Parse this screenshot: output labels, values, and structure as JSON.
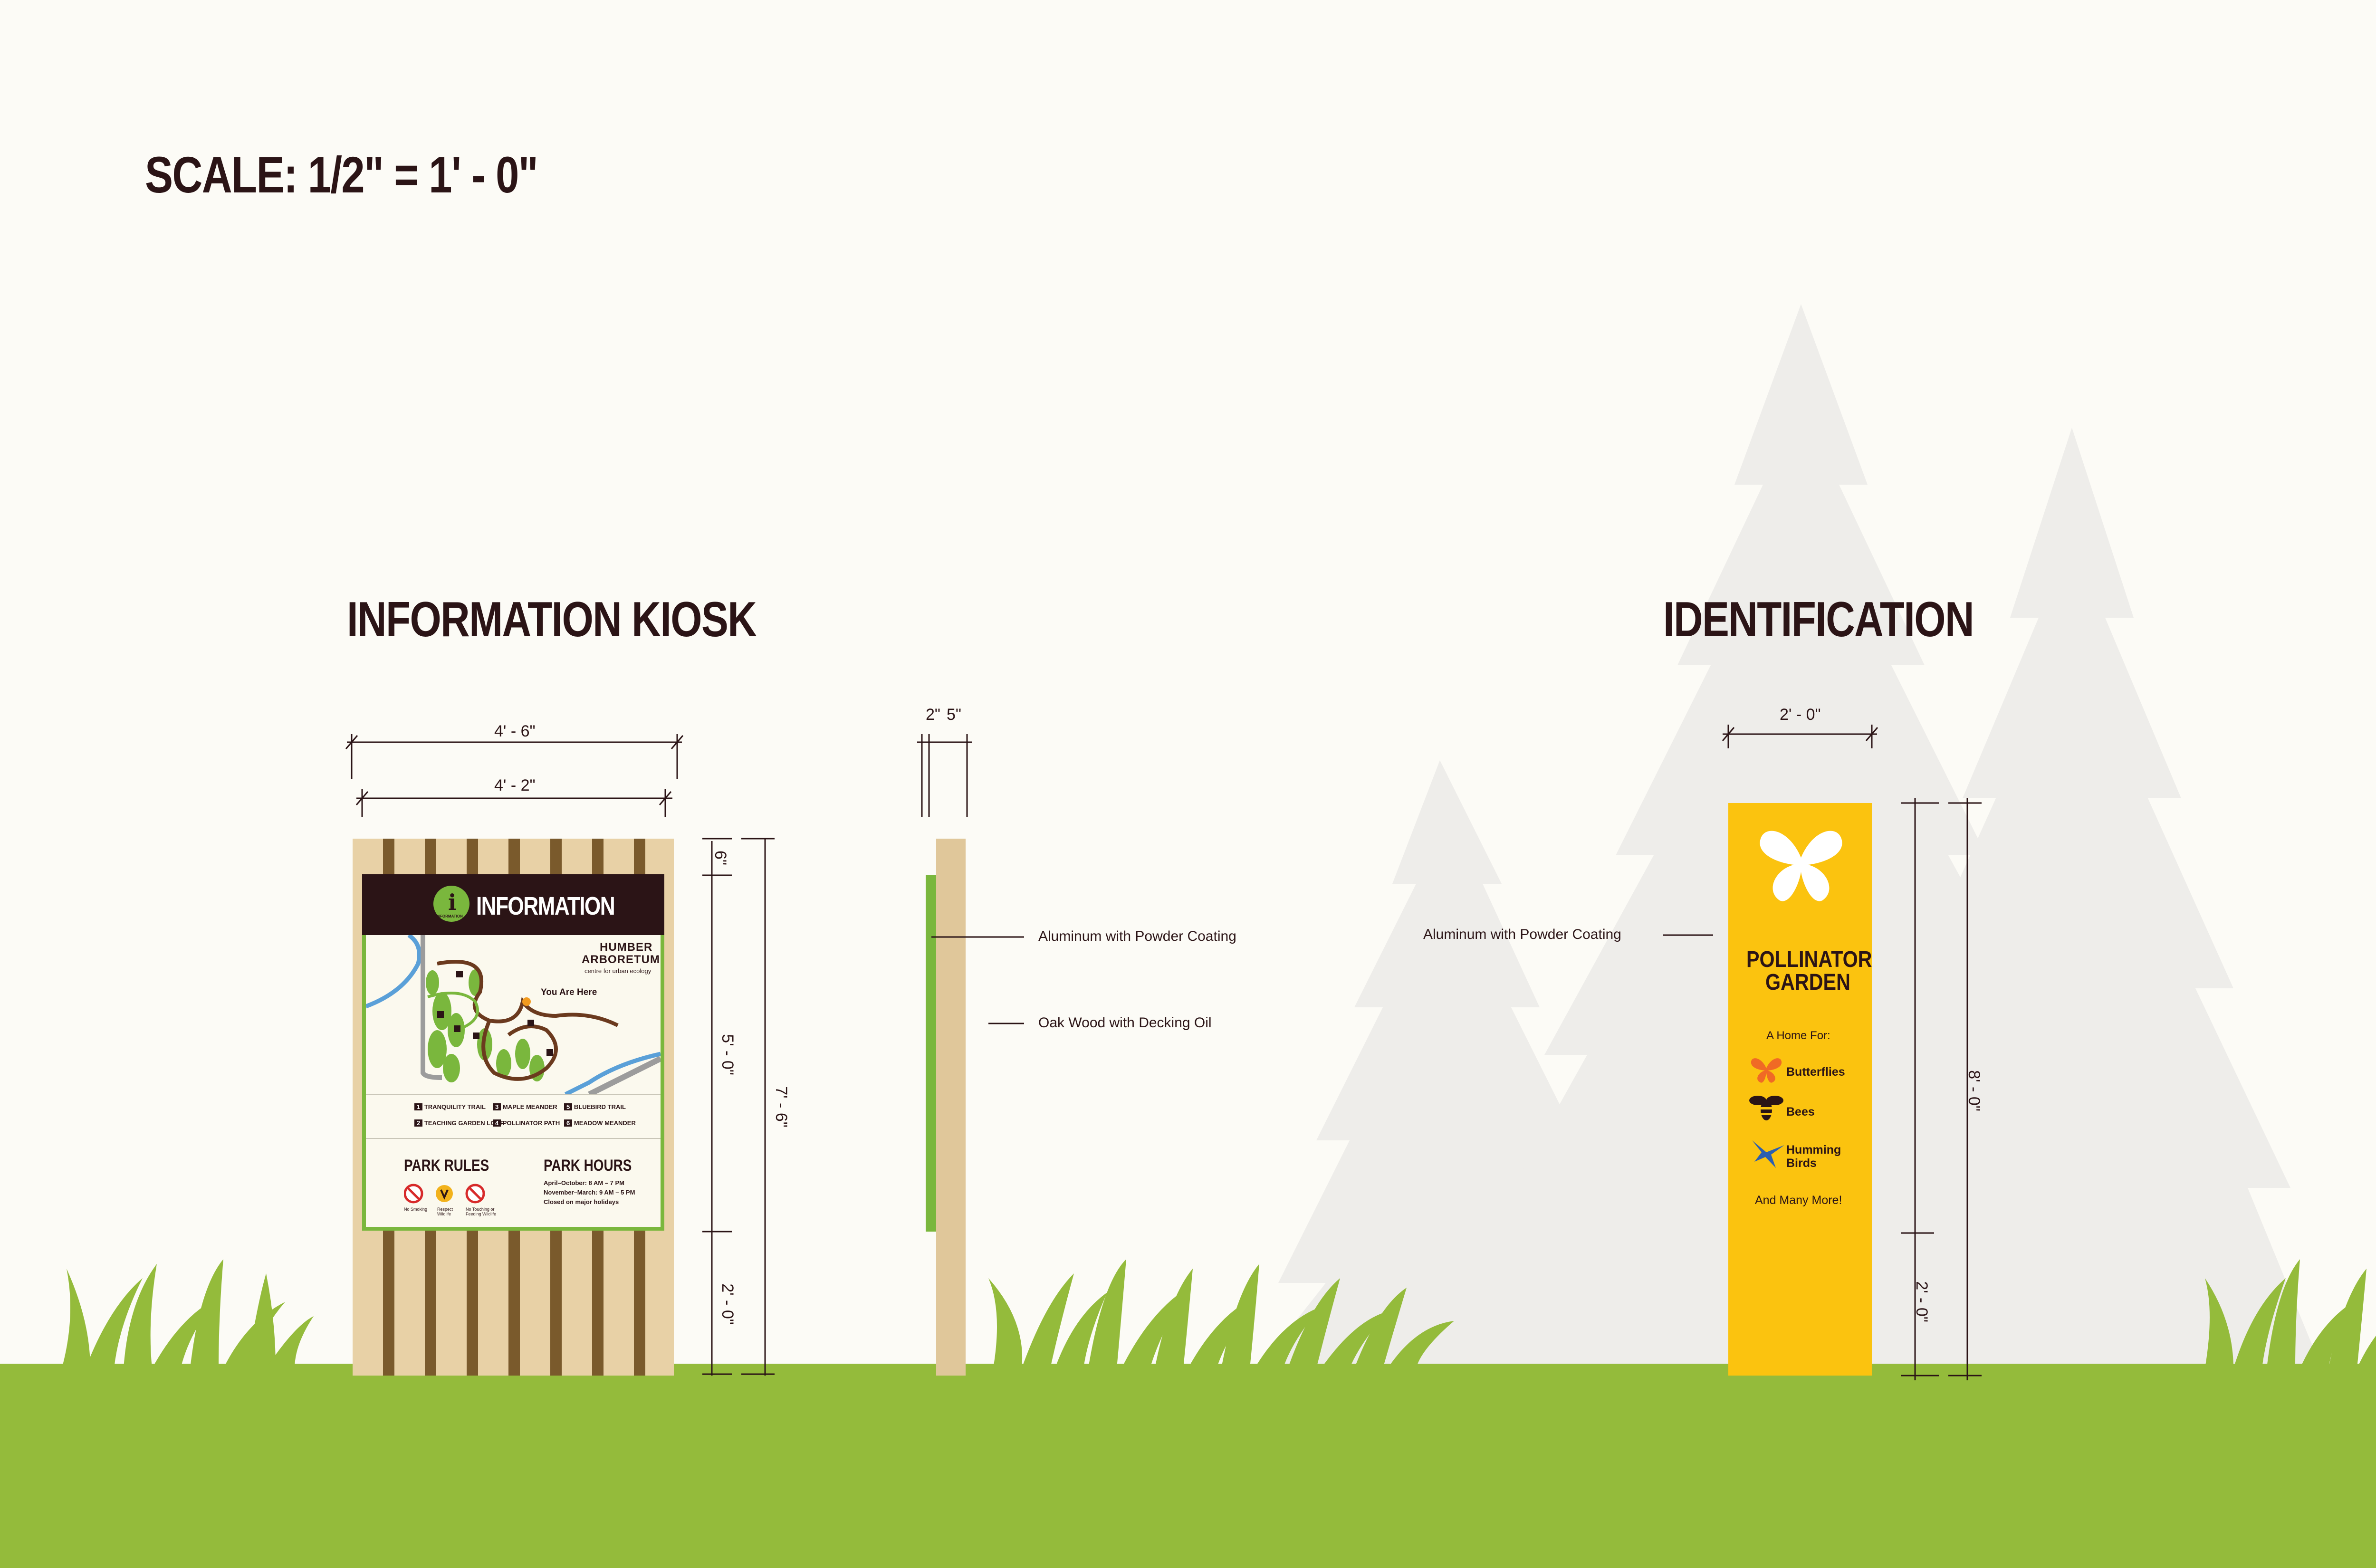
{
  "scale": "SCALE: 1/2\" = 1' - 0\"",
  "kiosk": {
    "title": "INFORMATION KIOSK",
    "outer_width": "4' - 6\"",
    "inner_width": "4' - 2\"",
    "height_top": "6\"",
    "height_panel": "5' - 0\"",
    "height_total": "7' - 6\"",
    "height_base": "2' - 0\"",
    "panel": {
      "header": "INFORMATION",
      "icon_caption": "INFORMATION",
      "logo_line1": "HUMBER",
      "logo_line2": "ARBORETUM",
      "logo_line3": "centre for urban ecology",
      "you_are_here": "You Are Here",
      "trails": [
        {
          "num": "1",
          "name": "TRANQUILITY TRAIL"
        },
        {
          "num": "3",
          "name": "MAPLE MEANDER"
        },
        {
          "num": "5",
          "name": "BLUEBIRD TRAIL"
        },
        {
          "num": "2",
          "name": "TEACHING GARDEN LOOP"
        },
        {
          "num": "4",
          "name": "POLLINATOR PATH"
        },
        {
          "num": "6",
          "name": "MEADOW MEANDER"
        }
      ],
      "rules_title": "PARK RULES",
      "rules": [
        "No Smoking",
        "Respect Wildlife",
        "No Touching or Feeding Wildlife"
      ],
      "hours_title": "PARK HOURS",
      "hours": [
        "April–October: 8 AM – 7 PM",
        "November–March: 9 AM – 5 PM",
        "Closed on major holidays"
      ]
    }
  },
  "side": {
    "thickness_a": "2\"",
    "thickness_b": "5\"",
    "material_1": "Aluminum with Powder Coating",
    "material_2": "Oak Wood with Decking Oil"
  },
  "ident": {
    "title": "IDENTIFICATION",
    "width": "2' - 0\"",
    "height_total": "8' - 0\"",
    "height_base": "2' - 0\"",
    "material": "Aluminum with Powder Coating",
    "sign": {
      "title_1": "POLLINATOR",
      "title_2": "GARDEN",
      "subtitle": "A Home For:",
      "items": [
        "Butterflies",
        "Bees",
        "Humming Birds"
      ],
      "humming_1": "Humming",
      "humming_2": "Birds",
      "footer": "And Many More!"
    }
  },
  "colors": {
    "ground": "#94bb3b",
    "sign_yellow": "#fbc30f",
    "panel_green": "#7ab73d",
    "wood_light": "#e8d1a6",
    "wood_dark": "#7a5a2c",
    "header_dark": "#2b1416"
  }
}
